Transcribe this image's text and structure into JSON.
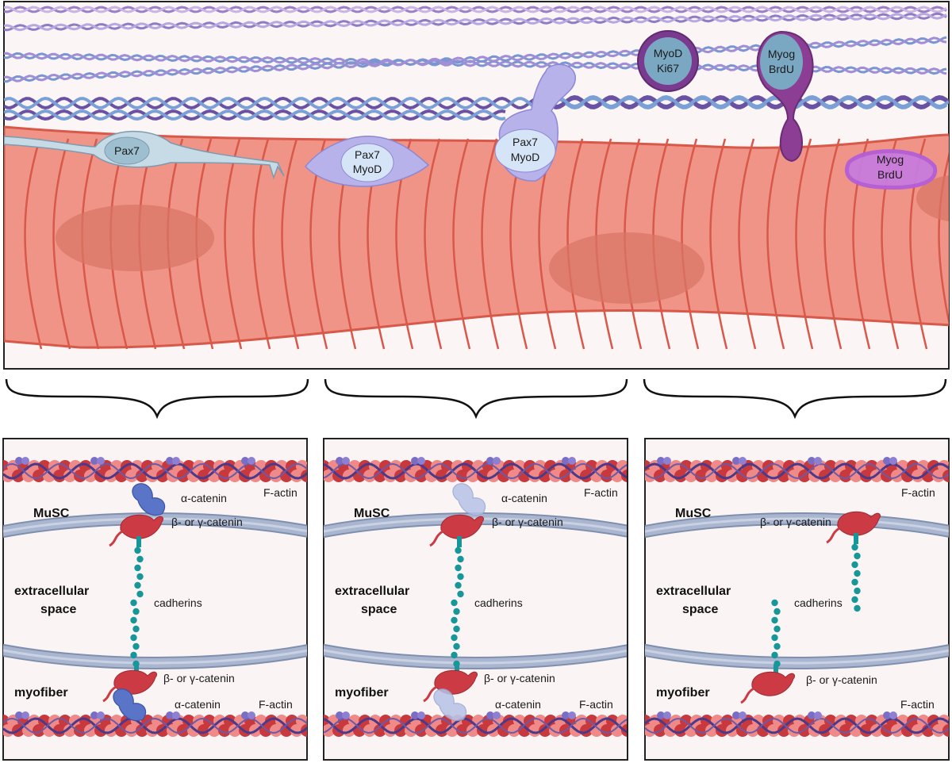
{
  "top_panel": {
    "cells": [
      {
        "id": "cell-1",
        "lines": [
          "Pax7"
        ]
      },
      {
        "id": "cell-2",
        "lines": [
          "Pax7",
          "MyoD"
        ]
      },
      {
        "id": "cell-3",
        "lines": [
          "Pax7",
          "MyoD"
        ]
      },
      {
        "id": "cell-4",
        "lines": [
          "MyoD",
          "Ki67"
        ]
      },
      {
        "id": "cell-5",
        "lines": [
          "Myog",
          "BrdU"
        ]
      },
      {
        "id": "cell-6",
        "lines": [
          "Myog",
          "BrdU"
        ]
      }
    ]
  },
  "panels": [
    {
      "id": "panel-1",
      "musc": "MuSC",
      "space_line1": "extracellular",
      "space_line2": "space",
      "myofiber": "myofiber",
      "alpha_top": "α-catenin",
      "beta_top": "β- or γ-catenin",
      "factin_top": "F-actin",
      "cadherins": "cadherins",
      "beta_bottom": "β- or γ-catenin",
      "alpha_bottom": "α-catenin",
      "factin_bottom": "F-actin"
    },
    {
      "id": "panel-2",
      "musc": "MuSC",
      "space_line1": "extracellular",
      "space_line2": "space",
      "myofiber": "myofiber",
      "alpha_top": "α-catenin",
      "beta_top": "β- or γ-catenin",
      "factin_top": "F-actin",
      "cadherins": "cadherins",
      "beta_bottom": "β- or γ-catenin",
      "alpha_bottom": "α-catenin",
      "factin_bottom": "F-actin"
    },
    {
      "id": "panel-3",
      "musc": "MuSC",
      "space_line1": "extracellular",
      "space_line2": "space",
      "myofiber": "myofiber",
      "beta_top": "β- or γ-catenin",
      "factin_top": "F-actin",
      "cadherins": "cadherins",
      "beta_bottom": "β- or γ-catenin",
      "factin_bottom": "F-actin"
    }
  ],
  "colors": {
    "fiber": "#ef9486",
    "fiber_stroke": "#d8584a",
    "nucleus": "#d97566",
    "actin_dark": "#c8393e",
    "actin_light": "#ef8a88",
    "catenin_red": "#cc3b44",
    "alpha_blue": "#5a74c8",
    "alpha_faded": "#b6c2e6",
    "cadherin": "#17979a",
    "membrane": "#aab6cf",
    "collagen_purple": "#6a52a3",
    "collagen_blue": "#7aa0d6"
  }
}
